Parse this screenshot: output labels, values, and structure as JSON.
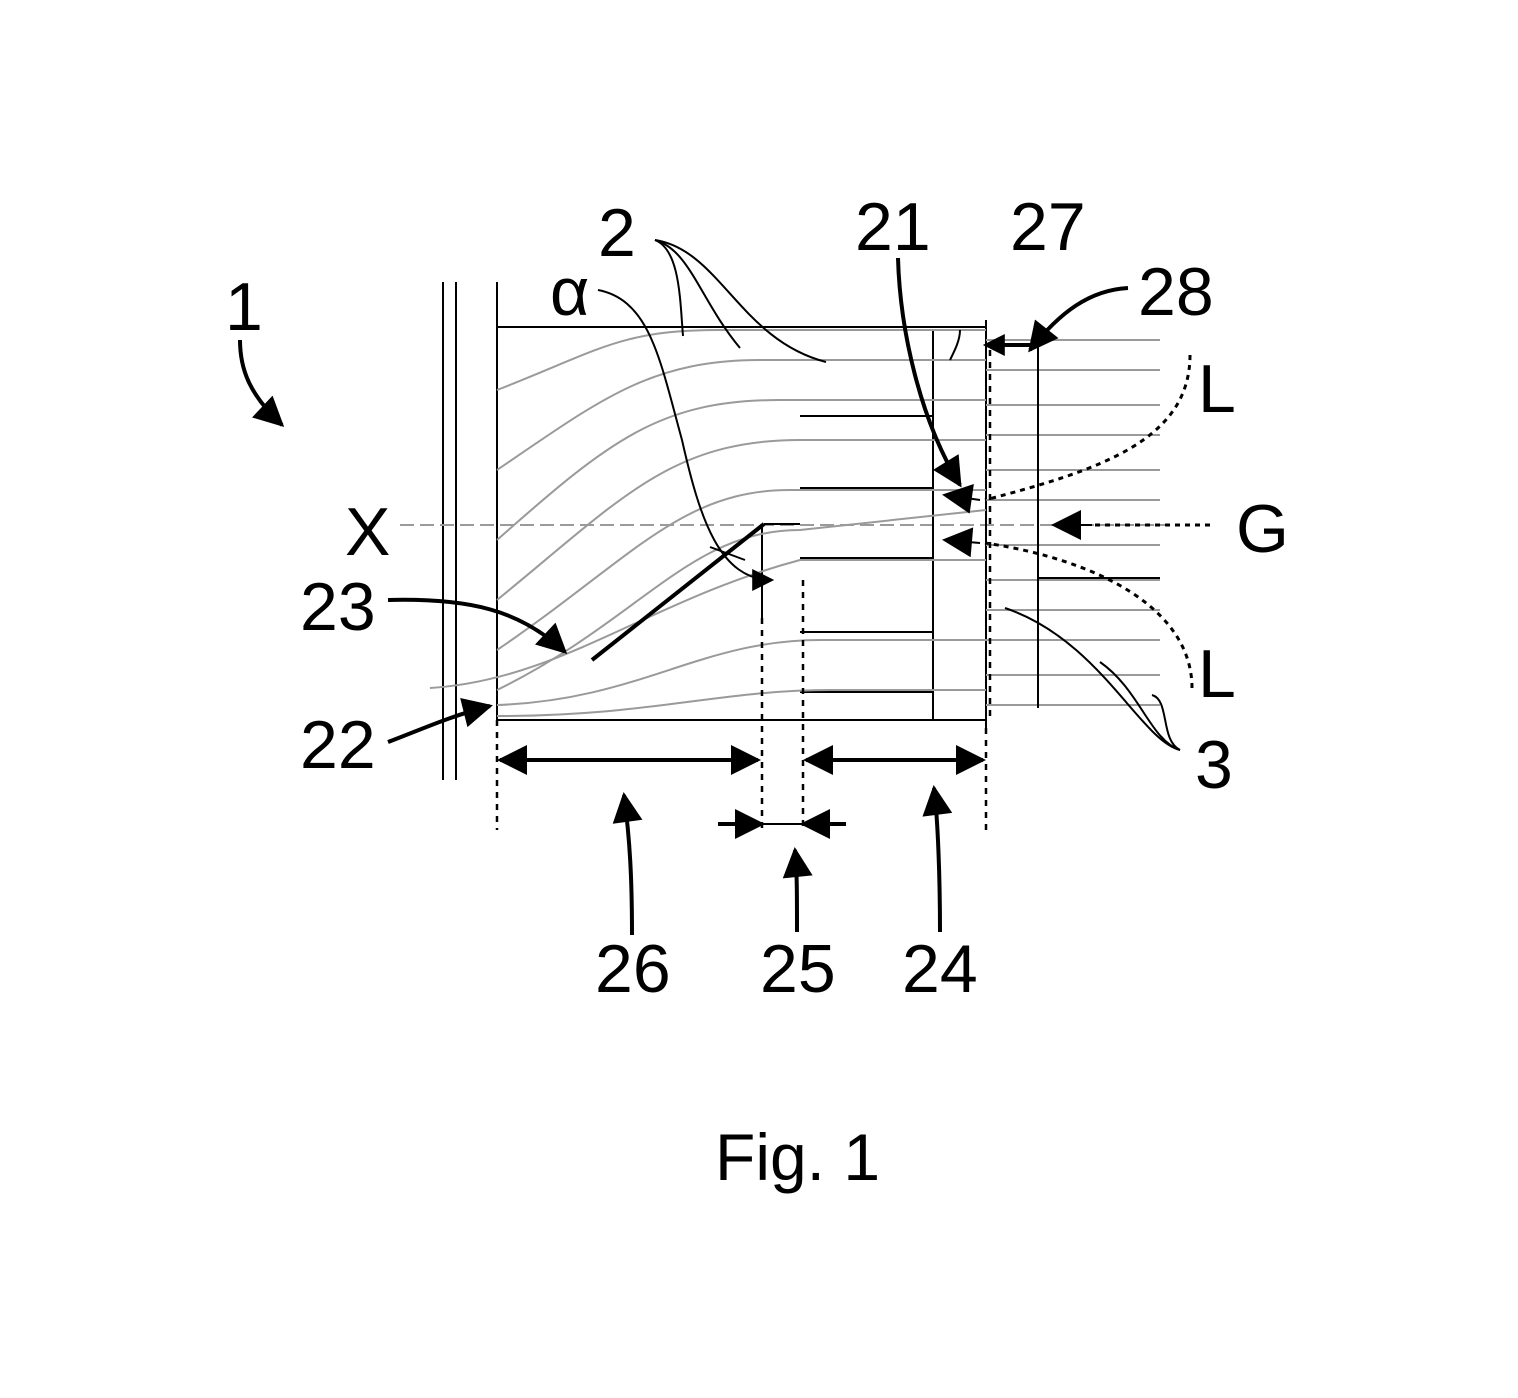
{
  "figure": {
    "caption": "Fig. 1",
    "labels": {
      "device": "1",
      "strands_in": "2",
      "strands_out": "3",
      "alpha": "α",
      "axis": "X",
      "n21": "21",
      "n22": "22",
      "n23": "23",
      "n24": "24",
      "n25": "25",
      "n26": "26",
      "n27": "27",
      "n28": "28",
      "L_top": "L",
      "L_bottom": "L",
      "G": "G"
    }
  }
}
